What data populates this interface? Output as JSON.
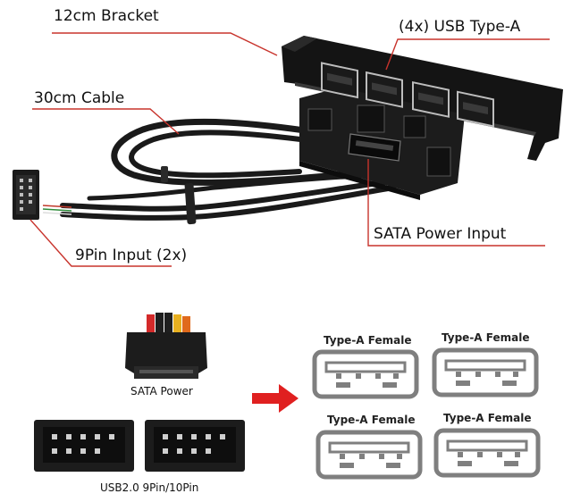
{
  "callouts": {
    "bracket": "12cm Bracket",
    "usb_type_a": "(4x) USB Type-A",
    "cable": "30cm Cable",
    "sata_input": "SATA Power Input",
    "pin_input": "9Pin Input (2x)"
  },
  "components": {
    "sata_power": "SATA Power",
    "usb_header": "USB2.0 9Pin/10Pin"
  },
  "ports": [
    {
      "label": "Type-A Female"
    },
    {
      "label": "Type-A Female"
    },
    {
      "label": "Type-A Female"
    },
    {
      "label": "Type-A Female"
    }
  ],
  "colors": {
    "callout_line": "#c8332c",
    "arrow": "#e02020",
    "port_outline": "#7f7f7f",
    "board": "#1c1c1c",
    "cable": "#1a1a1a"
  }
}
